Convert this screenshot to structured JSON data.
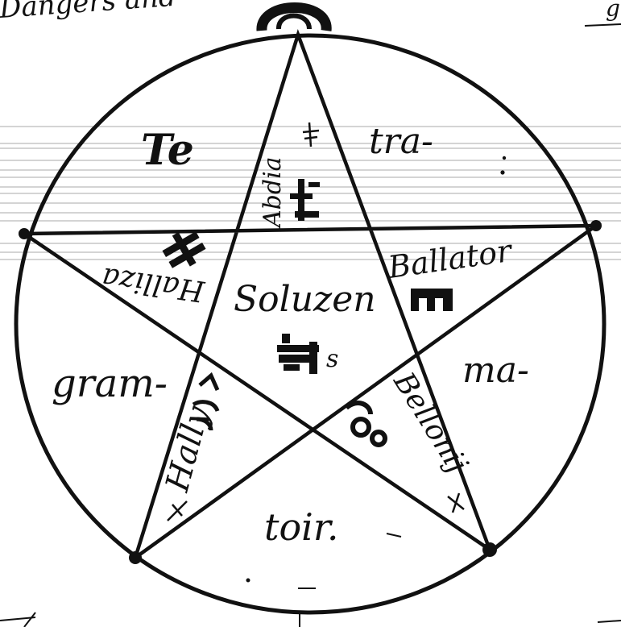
{
  "header": {
    "partial_text": "Dangers and",
    "corner_glyph": "g"
  },
  "diagram": {
    "top_left_word": "Te",
    "top_right_word": "tra-",
    "left_word": "gram-",
    "right_word": "ma-",
    "bottom_word": "toir.",
    "center_word": "Soluzen",
    "top_point_name": "Abdia",
    "left_point_name": "Halliza",
    "right_point_name": "Ballator",
    "lower_left_point_name": "Hally",
    "lower_right_point_name": "Bellonij",
    "center_sigil_suffix": "s"
  },
  "style": {
    "ink": "#111111",
    "paper": "#ffffff",
    "rule_lines": "#555555"
  }
}
